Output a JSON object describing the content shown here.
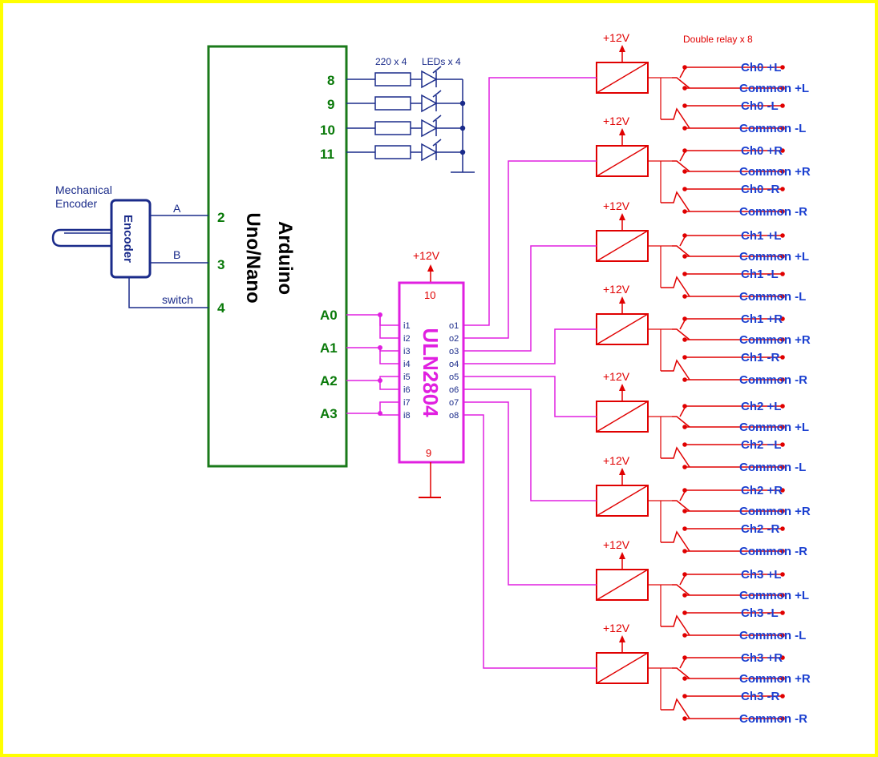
{
  "colors": {
    "border": "#ffff00",
    "arduino": "#1a7a1a",
    "encoder_wire": "#1a2b8a",
    "uln": "#e020e0",
    "relay": "#e00000",
    "label_blue": "#1a3fd0"
  },
  "arduino": {
    "line1": "Arduino",
    "line2": "Uno/Nano",
    "digital_pins": [
      "8",
      "9",
      "10",
      "11"
    ],
    "encoder_pins": [
      "2",
      "3",
      "4"
    ],
    "analog_pins": [
      "A0",
      "A1",
      "A2",
      "A3"
    ]
  },
  "encoder": {
    "caption1": "Mechanical",
    "caption2": "Encoder",
    "box_label": "Encoder",
    "wires": [
      "A",
      "B",
      "switch"
    ]
  },
  "leds": {
    "resistor_label": "220 x 4",
    "led_label": "LEDs x 4"
  },
  "uln": {
    "name": "ULN2804",
    "pin_top": "10",
    "pin_bottom": "9",
    "vcc": "+12V",
    "inputs": [
      "i1",
      "i2",
      "i3",
      "i4",
      "i5",
      "i6",
      "i7",
      "i8"
    ],
    "outputs": [
      "o1",
      "o2",
      "o3",
      "o4",
      "o5",
      "o6",
      "o7",
      "o8"
    ]
  },
  "relays": {
    "title": "Double relay x 8",
    "vcc": "+12V",
    "labels": [
      [
        "Ch0 +L",
        "Common +L",
        "Ch0 -L",
        "Common -L"
      ],
      [
        "Ch0 +R",
        "Common +R",
        "Ch0 -R",
        "Common -R"
      ],
      [
        "Ch1 +L",
        "Common +L",
        "Ch1 -L",
        "Common -L"
      ],
      [
        "Ch1 +R",
        "Common +R",
        "Ch1 -R",
        "Common -R"
      ],
      [
        "Ch2 +L",
        "Common +L",
        "Ch2 −L",
        "Common -L"
      ],
      [
        "Ch2 +R",
        "Common +R",
        "Ch2 -R",
        "Common -R"
      ],
      [
        "Ch3 +L",
        "Common +L",
        "Ch3 -L",
        "Common -L"
      ],
      [
        "Ch3 +R",
        "Common +R",
        "Ch3 -R",
        "Common -R"
      ]
    ]
  }
}
